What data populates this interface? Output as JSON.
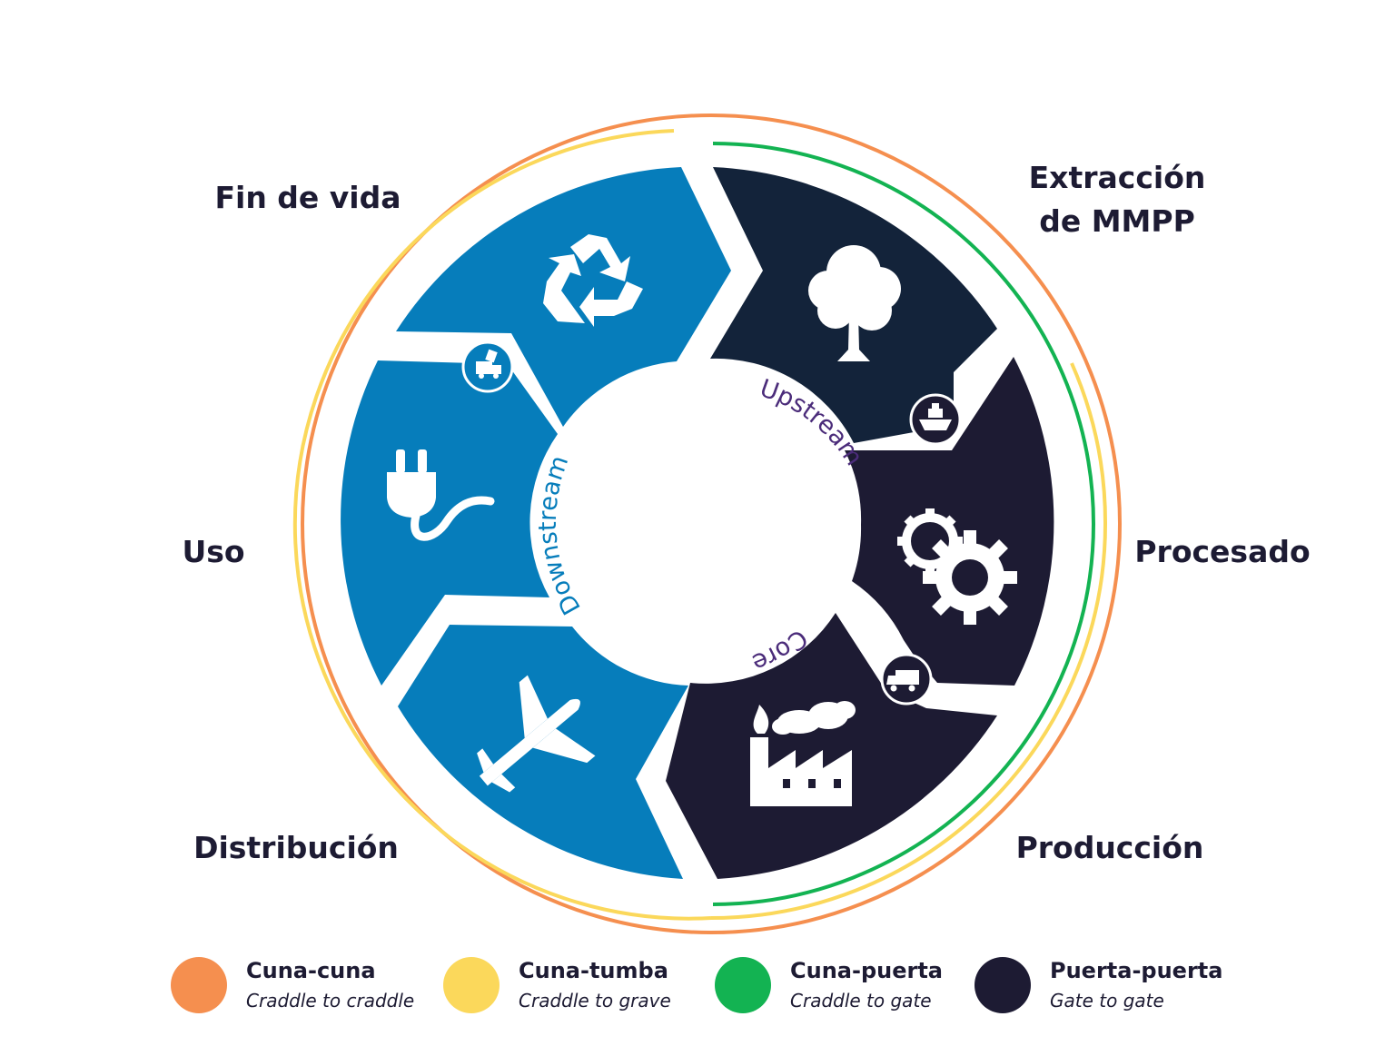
{
  "stages": [
    {
      "label": "Extracción\nde MMPP",
      "icon": "tree-icon",
      "group": "upstream"
    },
    {
      "label": "Procesado",
      "icon": "gears-icon",
      "group": "upstream"
    },
    {
      "label": "Producción",
      "icon": "factory-icon",
      "group": "core"
    },
    {
      "label": "Distribución",
      "icon": "airplane-icon",
      "group": "downstream"
    },
    {
      "label": "Uso",
      "icon": "plug-icon",
      "group": "downstream"
    },
    {
      "label": "Fin de vida",
      "icon": "recycle-icon",
      "group": "downstream"
    }
  ],
  "transitions": [
    {
      "icon": "ship-icon"
    },
    {
      "icon": "truck-icon"
    },
    {
      "icon": "garbage-truck-icon"
    }
  ],
  "phase_labels": {
    "upstream": "Upstream",
    "core": "Core",
    "downstream": "Downstream"
  },
  "legend": [
    {
      "title": "Cuna-cuna",
      "subtitle": "Craddle to craddle",
      "color": "#F58F4F"
    },
    {
      "title": "Cuna-tumba",
      "subtitle": "Craddle to grave",
      "color": "#FBD85B"
    },
    {
      "title": "Cuna-puerta",
      "subtitle": "Craddle to gate",
      "color": "#13B352"
    },
    {
      "title": "Puerta-puerta",
      "subtitle": "Gate to gate",
      "color": "#1D1B33"
    }
  ],
  "colors": {
    "dark_navy": "#13233A",
    "dark": "#1D1B33",
    "blue": "#067DBB",
    "upstream_text": "#4B2C7A",
    "downstream_text": "#067DBB"
  }
}
